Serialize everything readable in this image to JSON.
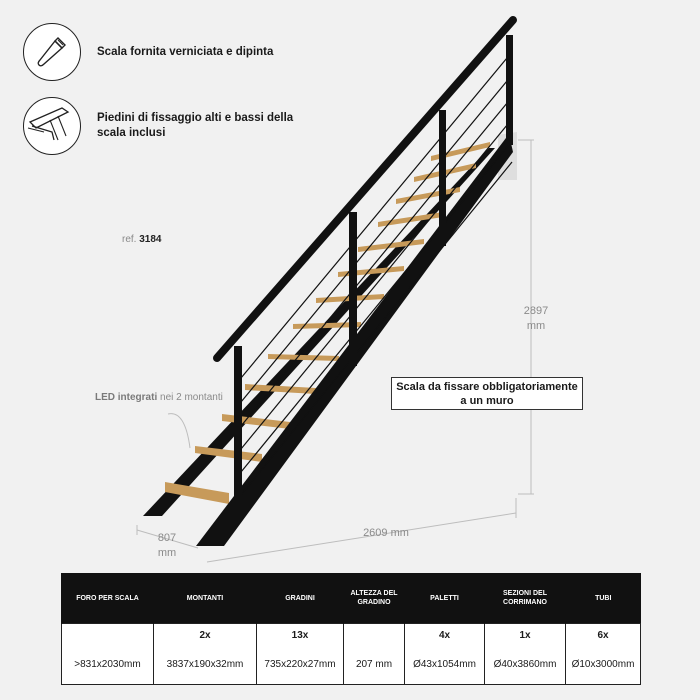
{
  "features": [
    {
      "icon": "paintbrush-icon",
      "text": "Scala fornita verniciata e dipinta"
    },
    {
      "icon": "staircase-foot-icon",
      "text": "Piedini di fissaggio alti e bassi della scala inclusi"
    }
  ],
  "ref": {
    "label": "ref.",
    "code": "3184"
  },
  "led_note": {
    "bold": "LED integrati",
    "rest": "nei 2 montanti"
  },
  "wall_note": "Scala da fissare obbligatoriamente a un muro",
  "dimensions": {
    "height_value": "2897",
    "height_unit": "mm",
    "length": "2609 mm",
    "width_value": "807",
    "width_unit": "mm"
  },
  "colors": {
    "steel": "#111111",
    "wood": "#c79a5a",
    "wall": "#dedede",
    "table_header": "#111111"
  },
  "table": {
    "columns": [
      {
        "header": "FORO PER SCALA",
        "count": "",
        "value": ">831x2030mm"
      },
      {
        "header": "MONTANTI",
        "count": "2x",
        "value": "3837x190x32mm"
      },
      {
        "header": "GRADINI",
        "count": "13x",
        "value": "735x220x27mm"
      },
      {
        "header": "ALTEZZA DEL GRADINO",
        "count": "",
        "value": "207 mm"
      },
      {
        "header": "PALETTI",
        "count": "4x",
        "value": "Ø43x1054mm"
      },
      {
        "header": "SEZIONI DEL CORRIMANO",
        "count": "1x",
        "value": "Ø40x3860mm"
      },
      {
        "header": "TUBI",
        "count": "6x",
        "value": "Ø10x3000mm"
      }
    ]
  }
}
